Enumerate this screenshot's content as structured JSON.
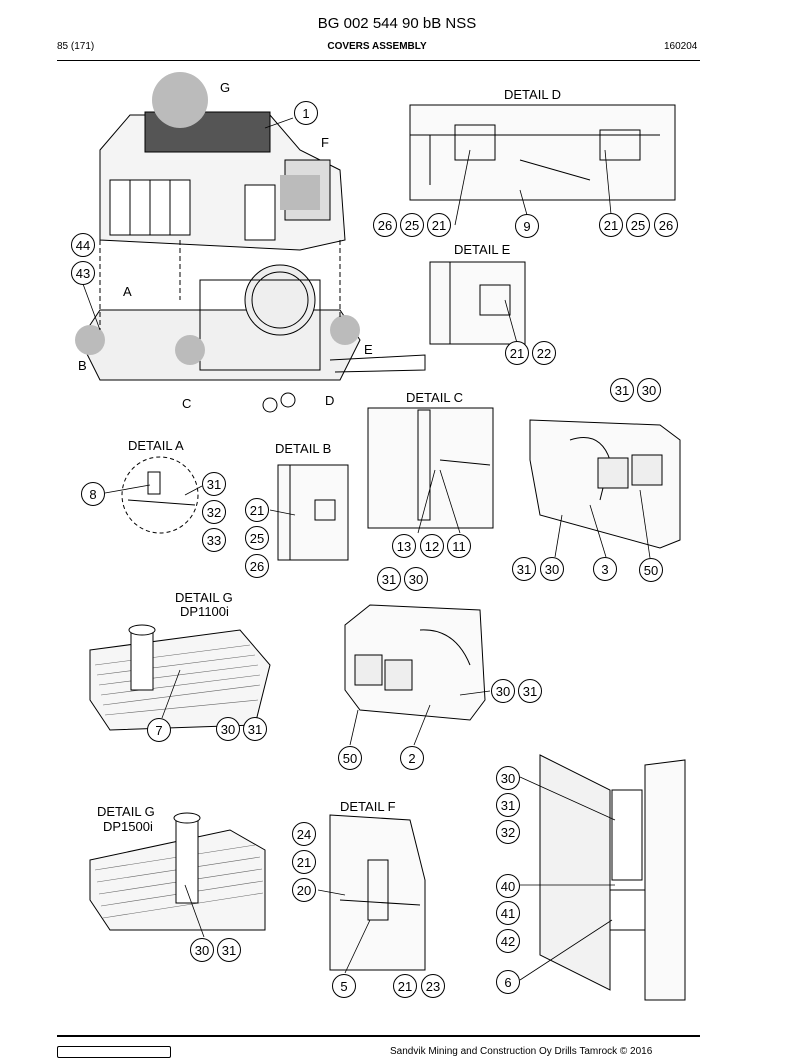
{
  "header": {
    "doc_id": "BG 002 544 90 bB NSS",
    "page": "85 (171)",
    "section": "COVERS ASSEMBLY",
    "date": "160204"
  },
  "footer": {
    "copyright": "Sandvik Mining and Construction Oy Drills Tamrock © 2016"
  },
  "detail_labels": {
    "detail_d": "DETAIL D",
    "detail_e": "DETAIL E",
    "detail_c": "DETAIL C",
    "detail_a": "DETAIL A",
    "detail_b": "DETAIL B",
    "detail_g1": "DETAIL G",
    "detail_g1_model": "DP1100i",
    "detail_g2": "DETAIL G",
    "detail_g2_model": "DP1500i",
    "detail_f": "DETAIL F"
  },
  "main_view_letters": [
    "G",
    "F",
    "A",
    "B",
    "C",
    "D",
    "E"
  ],
  "callouts": {
    "main_1": "1",
    "main_44": "44",
    "main_43": "43",
    "d_26a": "26",
    "d_25a": "25",
    "d_21a": "21",
    "d_9": "9",
    "d_21b": "21",
    "d_25b": "25",
    "d_26b": "26",
    "e_21": "21",
    "e_22": "22",
    "a_8": "8",
    "a_31": "31",
    "a_32": "32",
    "a_33": "33",
    "b_21": "21",
    "b_25": "25",
    "b_26": "26",
    "c_13": "13",
    "c_12": "12",
    "c_11": "11",
    "r_31": "31",
    "r_30": "30",
    "r_31b": "31",
    "r_30b": "30",
    "r_3": "3",
    "r_50": "50",
    "l_31": "31",
    "l_30": "30",
    "l_30b": "30",
    "l_31b": "31",
    "l_50": "50",
    "l_2": "2",
    "g1_7": "7",
    "g1_30": "30",
    "g1_31": "31",
    "g2_30": "30",
    "g2_31": "31",
    "f_24": "24",
    "f_21": "21",
    "f_20": "20",
    "f_5": "5",
    "f_21b": "21",
    "f_23": "23",
    "s_30": "30",
    "s_31": "31",
    "s_32": "32",
    "s_40": "40",
    "s_41": "41",
    "s_42": "42",
    "s_6": "6"
  }
}
